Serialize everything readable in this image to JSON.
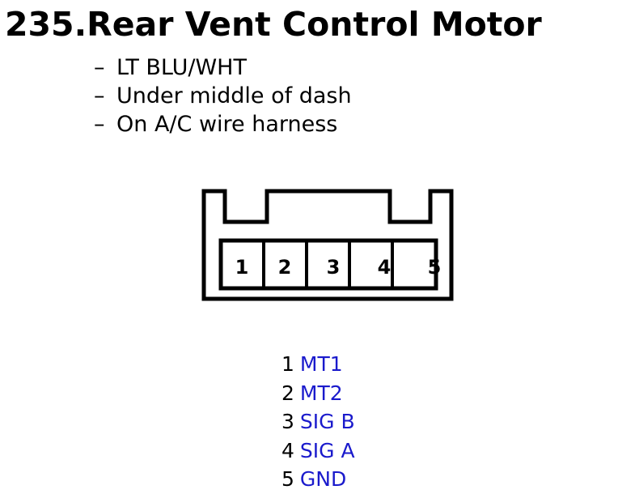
{
  "title": "235.Rear Vent Control Motor",
  "notes": [
    "LT BLU/WHT",
    "Under middle of dash",
    "On A/C wire harness"
  ],
  "note_bullet": "–",
  "connector_pins": [
    "1",
    "2",
    "3",
    "4",
    "5"
  ],
  "pinout": [
    {
      "pin": "1",
      "signal": "MT1"
    },
    {
      "pin": "2",
      "signal": "MT2"
    },
    {
      "pin": "3",
      "signal": "SIG B"
    },
    {
      "pin": "4",
      "signal": "SIG A"
    },
    {
      "pin": "5",
      "signal": "GND"
    }
  ],
  "colors": {
    "signal_text": "#1a1acc",
    "outline": "#000000"
  }
}
